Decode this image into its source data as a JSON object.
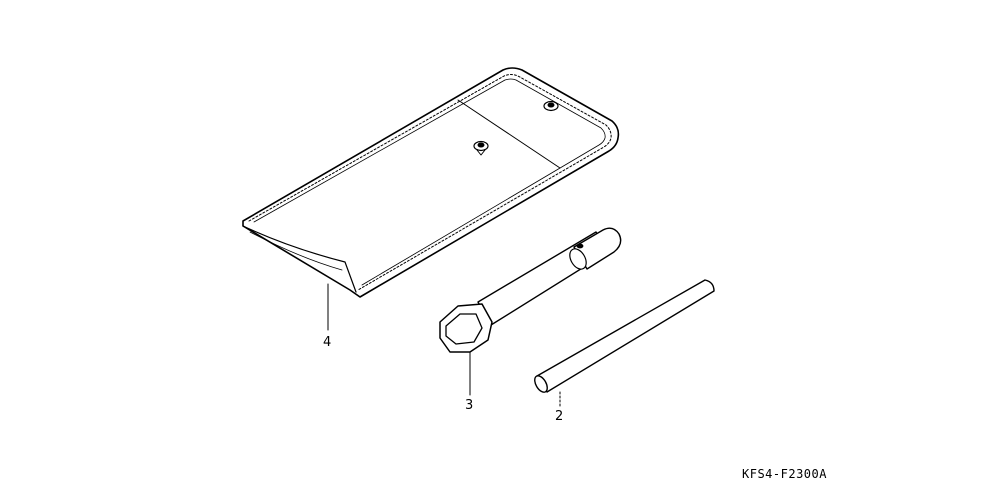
{
  "diagram": {
    "parts": [
      {
        "key": "tool_bag",
        "callout": "4"
      },
      {
        "key": "socket_wrench",
        "callout": "3"
      },
      {
        "key": "tommy_bar",
        "callout": "2"
      }
    ],
    "drawing_code": "KFS4-F2300A"
  }
}
